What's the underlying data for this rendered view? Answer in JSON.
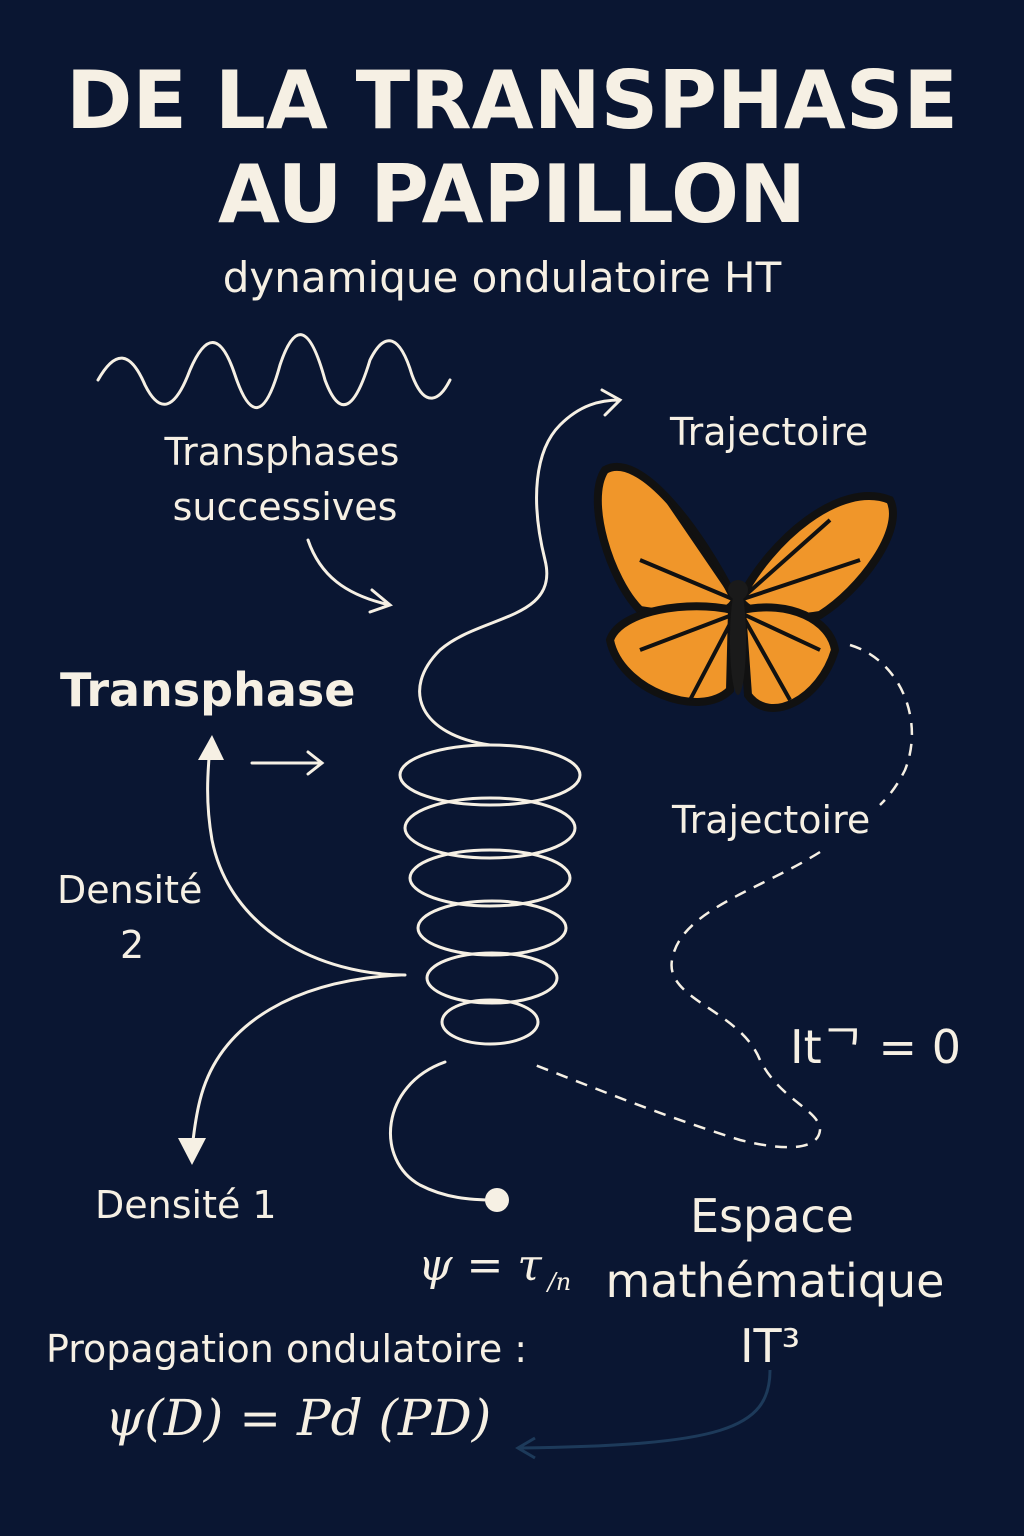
{
  "title": {
    "line1": "DE LA TRANSPHASE",
    "line2": "AU PAPILLON",
    "subtitle": "dynamique ondulatoire HT"
  },
  "labels": {
    "transphases_successives_1": "Transphases",
    "transphases_successives_2": "successives",
    "trajectoire_top": "Trajectoire",
    "trajectoire_mid": "Trajectoire",
    "transphase": "Transphase",
    "densite2_1": "Densité",
    "densite2_2": "2",
    "densite1": "Densité 1",
    "it_zero": "Itᄀ = 0",
    "espace_1": "Espace",
    "espace_2": "mathématique",
    "espace_3": "IT³",
    "psi_tau": "ψ = τ",
    "psi_tau_sub": "/n",
    "propagation": "Propagation ondulatoire :",
    "formula": "ψ(D) = Pd (PD)"
  },
  "colors": {
    "background": "#0a1632",
    "ink": "#f6f0e4",
    "wing": "#f0962a"
  }
}
